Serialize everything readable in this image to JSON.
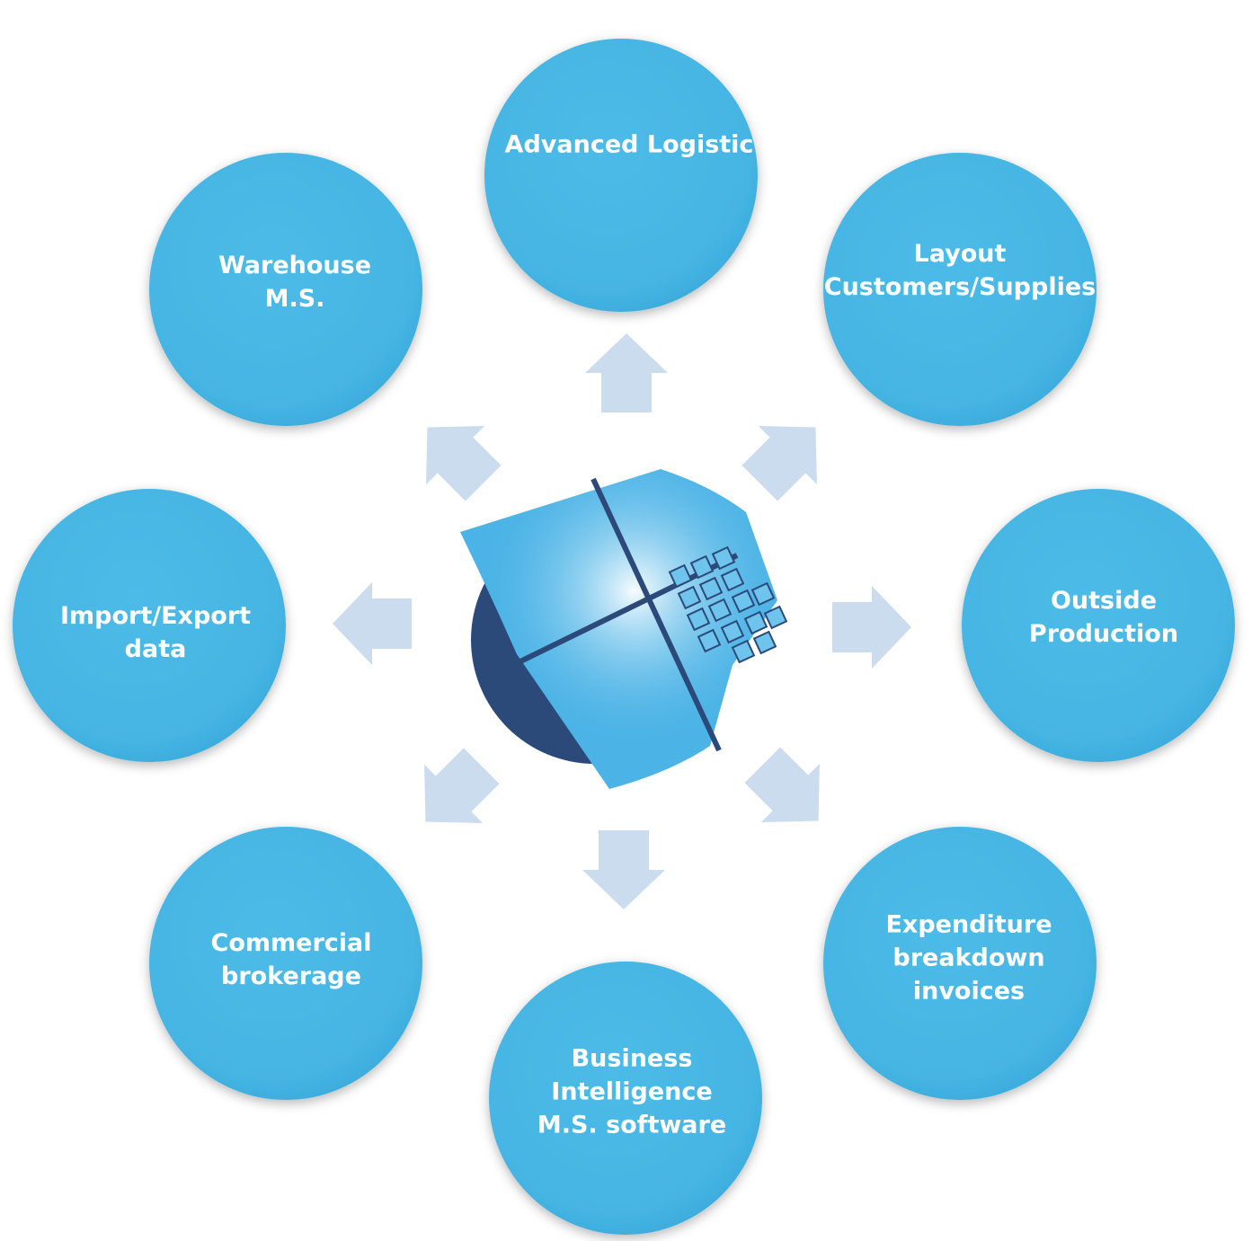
{
  "colors": {
    "circle_fill": "#45b5e3",
    "circle_edge": "#2fa2d3",
    "arrow_fill": "#c4d8ec",
    "logo_light": "#4bb3e6",
    "logo_dark": "#2b4a7a"
  },
  "center": {
    "icon": "logo-cube-icon"
  },
  "nodes": [
    {
      "id": "advanced-logistic",
      "lines": [
        "Advanced Logistic"
      ]
    },
    {
      "id": "layout-customers-supplies",
      "lines": [
        "Layout",
        "Customers/Supplies"
      ]
    },
    {
      "id": "outside-production",
      "lines": [
        "Outside",
        "Production"
      ]
    },
    {
      "id": "expenditure-breakdown-invoices",
      "lines": [
        "Expenditure",
        "breakdown",
        "invoices"
      ]
    },
    {
      "id": "business-intelligence",
      "lines": [
        "Business",
        "Intelligence",
        "M.S. software"
      ]
    },
    {
      "id": "commercial-brokerage",
      "lines": [
        "Commercial",
        "brokerage"
      ]
    },
    {
      "id": "import-export-data",
      "lines": [
        "Import/Export",
        "data"
      ]
    },
    {
      "id": "warehouse-ms",
      "lines": [
        "Warehouse",
        "M.S."
      ]
    }
  ]
}
